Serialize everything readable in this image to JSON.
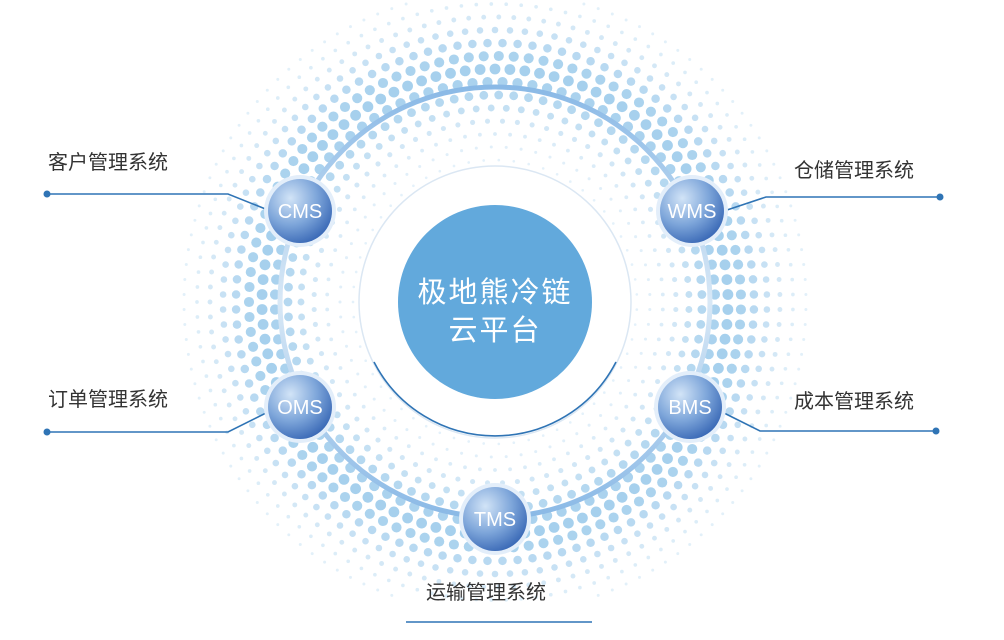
{
  "center": {
    "line1": "极地熊冷链",
    "line2": "云平台",
    "color": "#62a9dc"
  },
  "systems": [
    {
      "code": "CMS",
      "label": "客户管理系统"
    },
    {
      "code": "WMS",
      "label": "仓储管理系统"
    },
    {
      "code": "OMS",
      "label": "订单管理系统"
    },
    {
      "code": "BMS",
      "label": "成本管理系统"
    },
    {
      "code": "TMS",
      "label": "运输管理系统"
    }
  ],
  "colors": {
    "dots": "#9ccbeb",
    "line": "#2f74b5",
    "node_dark": "#3d72bf",
    "node_light": "#bcd6f2"
  }
}
